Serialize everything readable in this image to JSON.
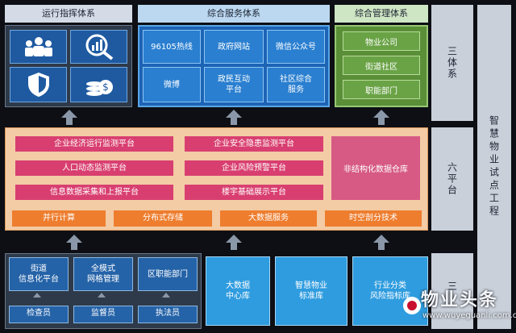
{
  "top": {
    "left_header": "运行指挥体系",
    "center_header": "综合服务体系",
    "right_header": "综合管理体系",
    "service_tiles": [
      "96105热线",
      "政府网站",
      "微信公众号",
      "微博",
      "政民互动\n平台",
      "社区综合\n服务"
    ],
    "mgmt_tiles": [
      "物业公司",
      "街道社区",
      "职能部门"
    ],
    "icons": [
      "people-group-icon",
      "chart-magnifier-icon",
      "shield-icon",
      "coin-dollar-icon"
    ]
  },
  "middle": {
    "pink_left": [
      "企业经济运行监测平台",
      "人口动态监测平台",
      "信息数据采集和上报平台"
    ],
    "pink_center": [
      "企业安全隐患监测平台",
      "企业风险预警平台",
      "楼宇基础展示平台"
    ],
    "pink_right": "非结构化数据仓库",
    "orange": [
      "并行计算",
      "分布式存储",
      "大数据服务",
      "时空剖分技术"
    ]
  },
  "bottom": {
    "left_tiles": [
      "街道\n信息化平台",
      "全模式\n网格管理",
      "区职能部门"
    ],
    "persons": [
      "检查员",
      "监督员",
      "执法员"
    ],
    "db_tiles": [
      "大数据\n中心库",
      "智慧物业\n标准库",
      "行业分类\n风险指标库"
    ]
  },
  "side": {
    "sys_label": "三体系",
    "platform_label": "六平台",
    "bottom_label": "三",
    "right_label": "智慧物业试点工程"
  },
  "watermark": {
    "main": "物业头条",
    "sub": "www.wuyeguanli.com.cn"
  },
  "colors": {
    "pink": "#d83f70",
    "orange": "#ee7d2e",
    "blue": "#1d64b5",
    "green": "#5a8f38"
  }
}
